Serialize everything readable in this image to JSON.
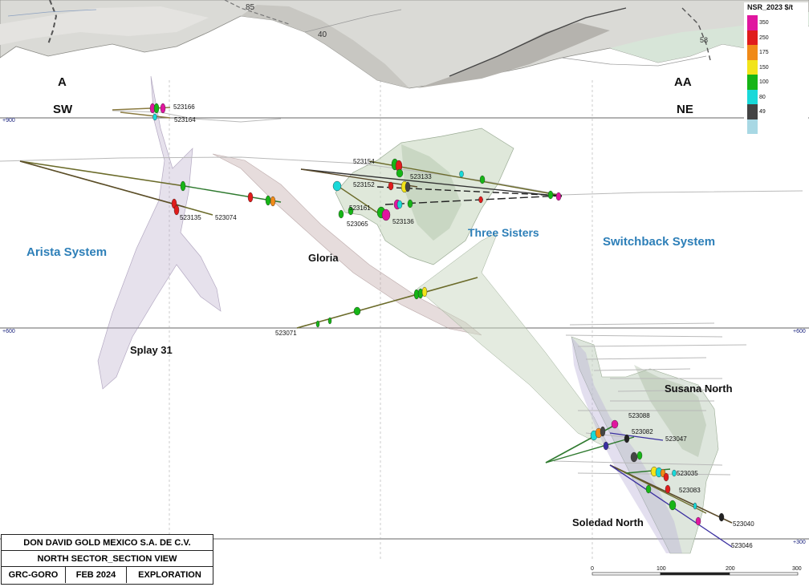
{
  "section_ends": {
    "left_letter": "A",
    "left_dir": "SW",
    "right_letter": "AA",
    "right_dir": "NE"
  },
  "elevations": {
    "e900": "+900",
    "e600": "+600",
    "e300": "+300"
  },
  "systems": {
    "arista": "Arista System",
    "three_sisters": "Three Sisters",
    "switchback": "Switchback System"
  },
  "zones": {
    "gloria": "Gloria",
    "splay": "Splay 31",
    "susana": "Susana North",
    "soledad": "Soledad North"
  },
  "topo_labels": {
    "c85": "85",
    "c40": "40",
    "c58": "58"
  },
  "drillholes": {
    "h523166": "523166",
    "h523164": "523164",
    "h523135": "523135",
    "h523074": "523074",
    "h523154": "523154",
    "h523133": "523133",
    "h523152": "523152",
    "h523161": "523161",
    "h523065": "523065",
    "h523136": "523136",
    "h523071": "523071",
    "h523088": "523088",
    "h523082": "523082",
    "h523047": "523047",
    "h523035": "523035",
    "h523083": "523083",
    "h523040": "523040",
    "h523046": "523046"
  },
  "legend": {
    "title": "NSR_2023 $/t",
    "entries": [
      {
        "value": "350",
        "color": "#e0169f"
      },
      {
        "value": "250",
        "color": "#e01c1c"
      },
      {
        "value": "175",
        "color": "#f08a18"
      },
      {
        "value": "150",
        "color": "#f2e41a"
      },
      {
        "value": "100",
        "color": "#16b516"
      },
      {
        "value": "80",
        "color": "#19d9d9"
      },
      {
        "value": "49",
        "color": "#444444"
      },
      {
        "value": "",
        "color": "#a8d8e4"
      }
    ]
  },
  "scale_bar": {
    "ticks": [
      "0",
      "100",
      "200",
      "300"
    ]
  },
  "title_block": {
    "company": "DON DAVID GOLD MEXICO S.A. DE C.V.",
    "view": "NORTH SECTOR_SECTION VIEW",
    "project": "GRC-GORO",
    "date": "FEB 2024",
    "stage": "EXPLORATION"
  },
  "colors": {
    "system_label": "#2d7fb8",
    "elevation_text": "#1a237e"
  }
}
